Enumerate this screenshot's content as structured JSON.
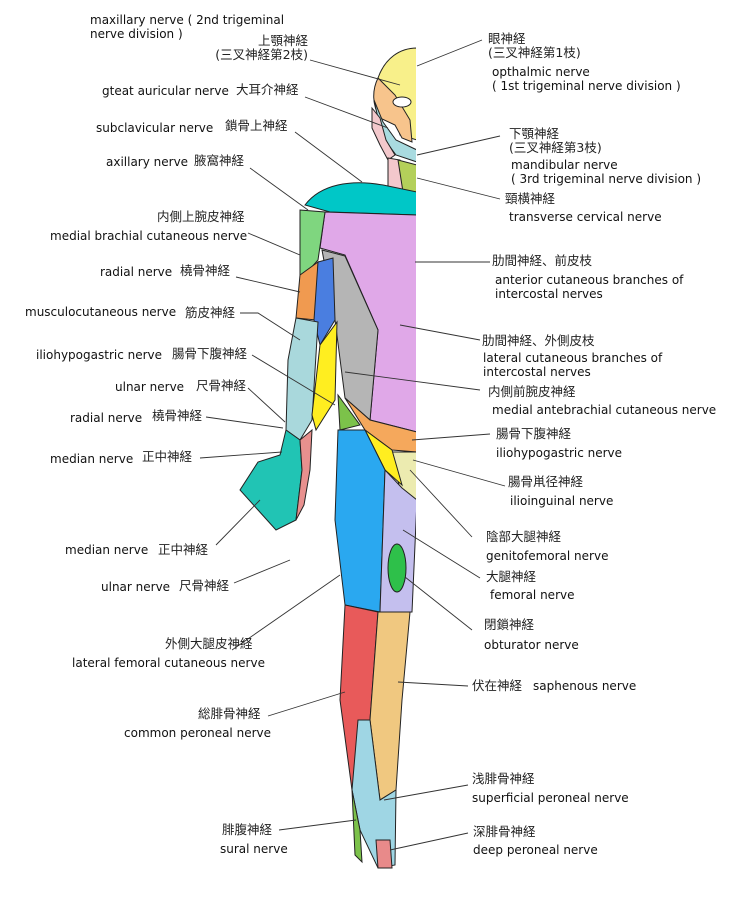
{
  "left_labels": [
    {
      "en": "maxillary nerve ( 2nd trigeminal\nnerve division )",
      "jp": "上顎神経\n(三叉神経第2枝)"
    },
    {
      "en": "gteat auricular nerve",
      "jp": "大耳介神経"
    },
    {
      "en": "subclavicular nerve",
      "jp": "鎖骨上神経"
    },
    {
      "en": "axillary nerve",
      "jp": "腋窩神経"
    },
    {
      "en": "medial brachial cutaneous nerve",
      "jp": "内側上腕皮神経"
    },
    {
      "en": "radial nerve",
      "jp": "橈骨神経"
    },
    {
      "en": "musculocutaneous nerve",
      "jp": "筋皮神経"
    },
    {
      "en": "iliohypogastric nerve",
      "jp": "腸骨下腹神経"
    },
    {
      "en": "ulnar nerve",
      "jp": "尺骨神経"
    },
    {
      "en": "radial nerve",
      "jp": "橈骨神経"
    },
    {
      "en": "median nerve",
      "jp": "正中神経"
    },
    {
      "en": "median nerve",
      "jp": "正中神経"
    },
    {
      "en": "ulnar nerve",
      "jp": "尺骨神経"
    },
    {
      "en": "lateral femoral cutaneous nerve",
      "jp": "外側大腿皮神経"
    },
    {
      "en": "common peroneal nerve",
      "jp": "総腓骨神経"
    },
    {
      "en": "sural nerve",
      "jp": "腓腹神経"
    }
  ],
  "right_labels": [
    {
      "jp": "眼神経\n(三叉神経第1枝)",
      "en": "opthalmic nerve\n( 1st trigeminal nerve division )"
    },
    {
      "jp": "下顎神経\n(三叉神経第3枝)",
      "en": "mandibular nerve\n( 3rd trigeminal nerve division )"
    },
    {
      "jp": "頸横神経",
      "en": "transverse cervical nerve"
    },
    {
      "jp": "肋間神経、前皮枝",
      "en": "anterior cutaneous branches of\nintercostal nerves"
    },
    {
      "jp": "肋間神経、外側皮枝",
      "en": "lateral cutaneous branches of\nintercostal nerves"
    },
    {
      "jp": "内側前腕皮神経",
      "en": "medial antebrachial cutaneous nerve"
    },
    {
      "jp": "腸骨下腹神経",
      "en": "iliohypogastric nerve"
    },
    {
      "jp": "腸骨鼡径神経",
      "en": "ilioinguinal nerve"
    },
    {
      "jp": "陰部大腿神経",
      "en": "genitofemoral nerve"
    },
    {
      "jp": "大腿神経",
      "en": "femoral nerve"
    },
    {
      "jp": "閉鎖神経",
      "en": "obturator nerve"
    },
    {
      "jp": "伏在神経",
      "en": "saphenous nerve"
    },
    {
      "jp": "浅腓骨神経",
      "en": "superficial peroneal nerve"
    },
    {
      "jp": "深腓骨神経",
      "en": "deep peroneal nerve"
    }
  ],
  "colors": {
    "ophthalmic": "#f8f08a",
    "maxillary": "#f7c48c",
    "mandibular": "#a9dbe0",
    "auricular": "#f3c8cc",
    "cervical": "#b4d05a",
    "supraclavicular": "#00c7c7",
    "intercostal_anterior": "#e0a8e8",
    "intercostal_lateral": "#b5b5b5",
    "axillary": "#7fd67f",
    "radial": "#f09a50",
    "musculocutaneous": "#4a7ee0",
    "median": "#21c4b4",
    "ulnar": "#e8908e",
    "medial_antebrachial": "#a9d8dc",
    "iliohypogastric": "#f5a85c",
    "ilioinguinal": "#ecebb0",
    "genitofemoral": "#ffee20",
    "lateral_femoral": "#2aa8f0",
    "femoral": "#c4bfee",
    "obturator": "#2ec04a",
    "common_peroneal": "#e85a5a",
    "saphenous": "#f0c880",
    "superficial_peroneal": "#9fd6e4",
    "sural": "#7cc24a",
    "deep_peroneal": "#e88a8a"
  }
}
